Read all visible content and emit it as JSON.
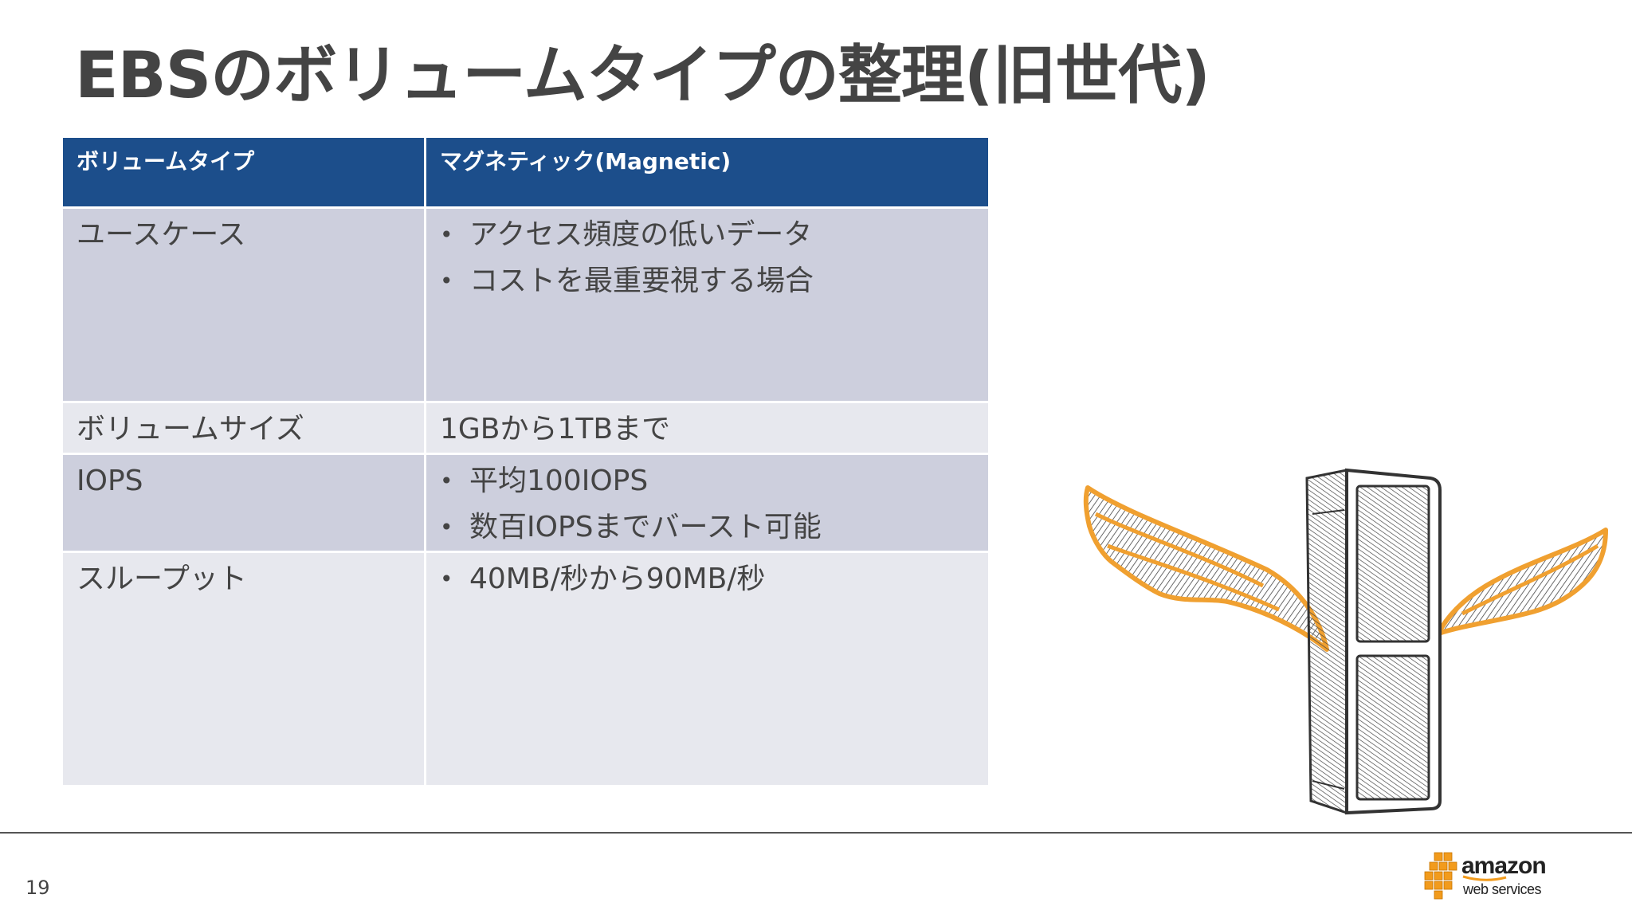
{
  "title": "EBSのボリュームタイプの整理(旧世代)",
  "table": {
    "header": {
      "col1": "ボリュームタイプ",
      "col2": "マグネティック(Magnetic)"
    },
    "rows": [
      {
        "label": "ユースケース",
        "bullets": [
          "アクセス頻度の低いデータ",
          "コストを最重要視する場合"
        ]
      },
      {
        "label": "ボリュームサイズ",
        "value": "1GBから1TBまで"
      },
      {
        "label": "IOPS",
        "bullets": [
          "平均100IOPS",
          "数百IOPSまでバースト可能"
        ]
      },
      {
        "label": "スループット",
        "bullets": [
          "40MB/秒から90MB/秒"
        ]
      }
    ]
  },
  "page_number": "19",
  "logo": {
    "line1": "amazon",
    "line2": "web services"
  },
  "colors": {
    "header_bg": "#1c4e8b",
    "row_dark": "#cdcfdd",
    "row_light": "#e7e8ee",
    "wing_outline": "#f0a030",
    "logo_orange": "#f29b1c"
  },
  "illustration": "winged-server-tower-icon"
}
